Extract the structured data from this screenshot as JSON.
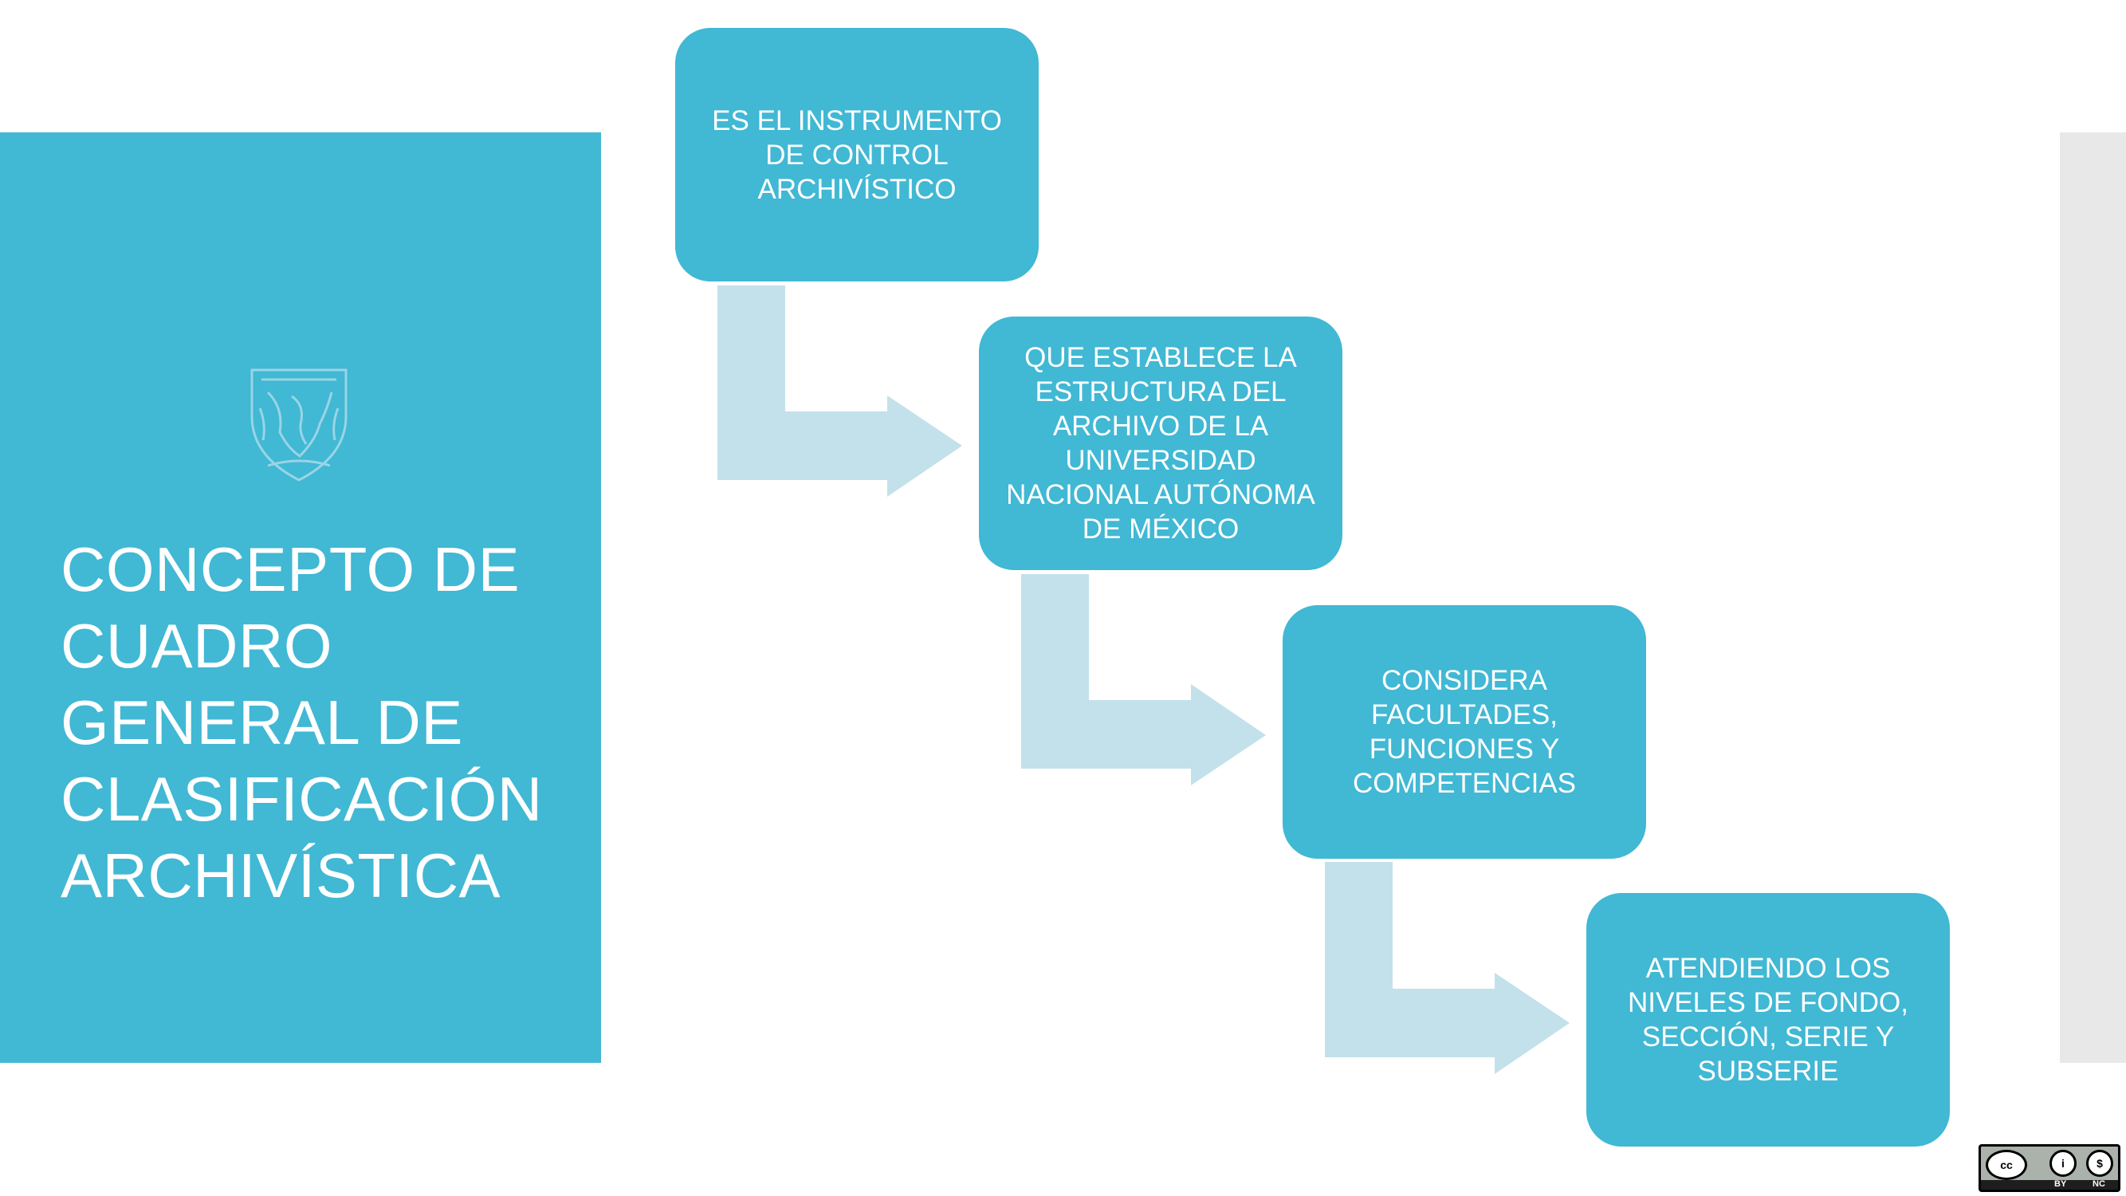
{
  "slide": {
    "title_lines": [
      "CONCEPTO DE",
      "CUADRO",
      "GENERAL DE",
      "CLASIFICACIÓN",
      "ARCHIVÍSTICA"
    ],
    "colors": {
      "panel": "#41b8d4",
      "box": "#41b8d4",
      "arrow": "#c3e1ea",
      "side_strip": "#e8e8e8",
      "text": "#ffffff"
    }
  },
  "process": {
    "steps": [
      {
        "text": "ES EL INSTRUMENTO\nDE CONTROL\nARCHIVÍSTICO"
      },
      {
        "text": "QUE ESTABLECE LA\nESTRUCTURA DEL\nARCHIVO DE LA\nUNIVERSIDAD\nNACIONAL AUTÓNOMA\nDE MÉXICO"
      },
      {
        "text": "CONSIDERA\nFACULTADES,\nFUNCIONES Y\nCOMPETENCIAS"
      },
      {
        "text": "ATENDIENDO LOS\nNIVELES DE FONDO,\nSECCIÓN, SERIE Y\nSUBSERIE"
      }
    ]
  },
  "license": {
    "icon": "creative-commons-by-nc-icon",
    "symbols": [
      "cc",
      "i",
      "$"
    ],
    "labels": [
      "BY",
      "NC"
    ]
  }
}
